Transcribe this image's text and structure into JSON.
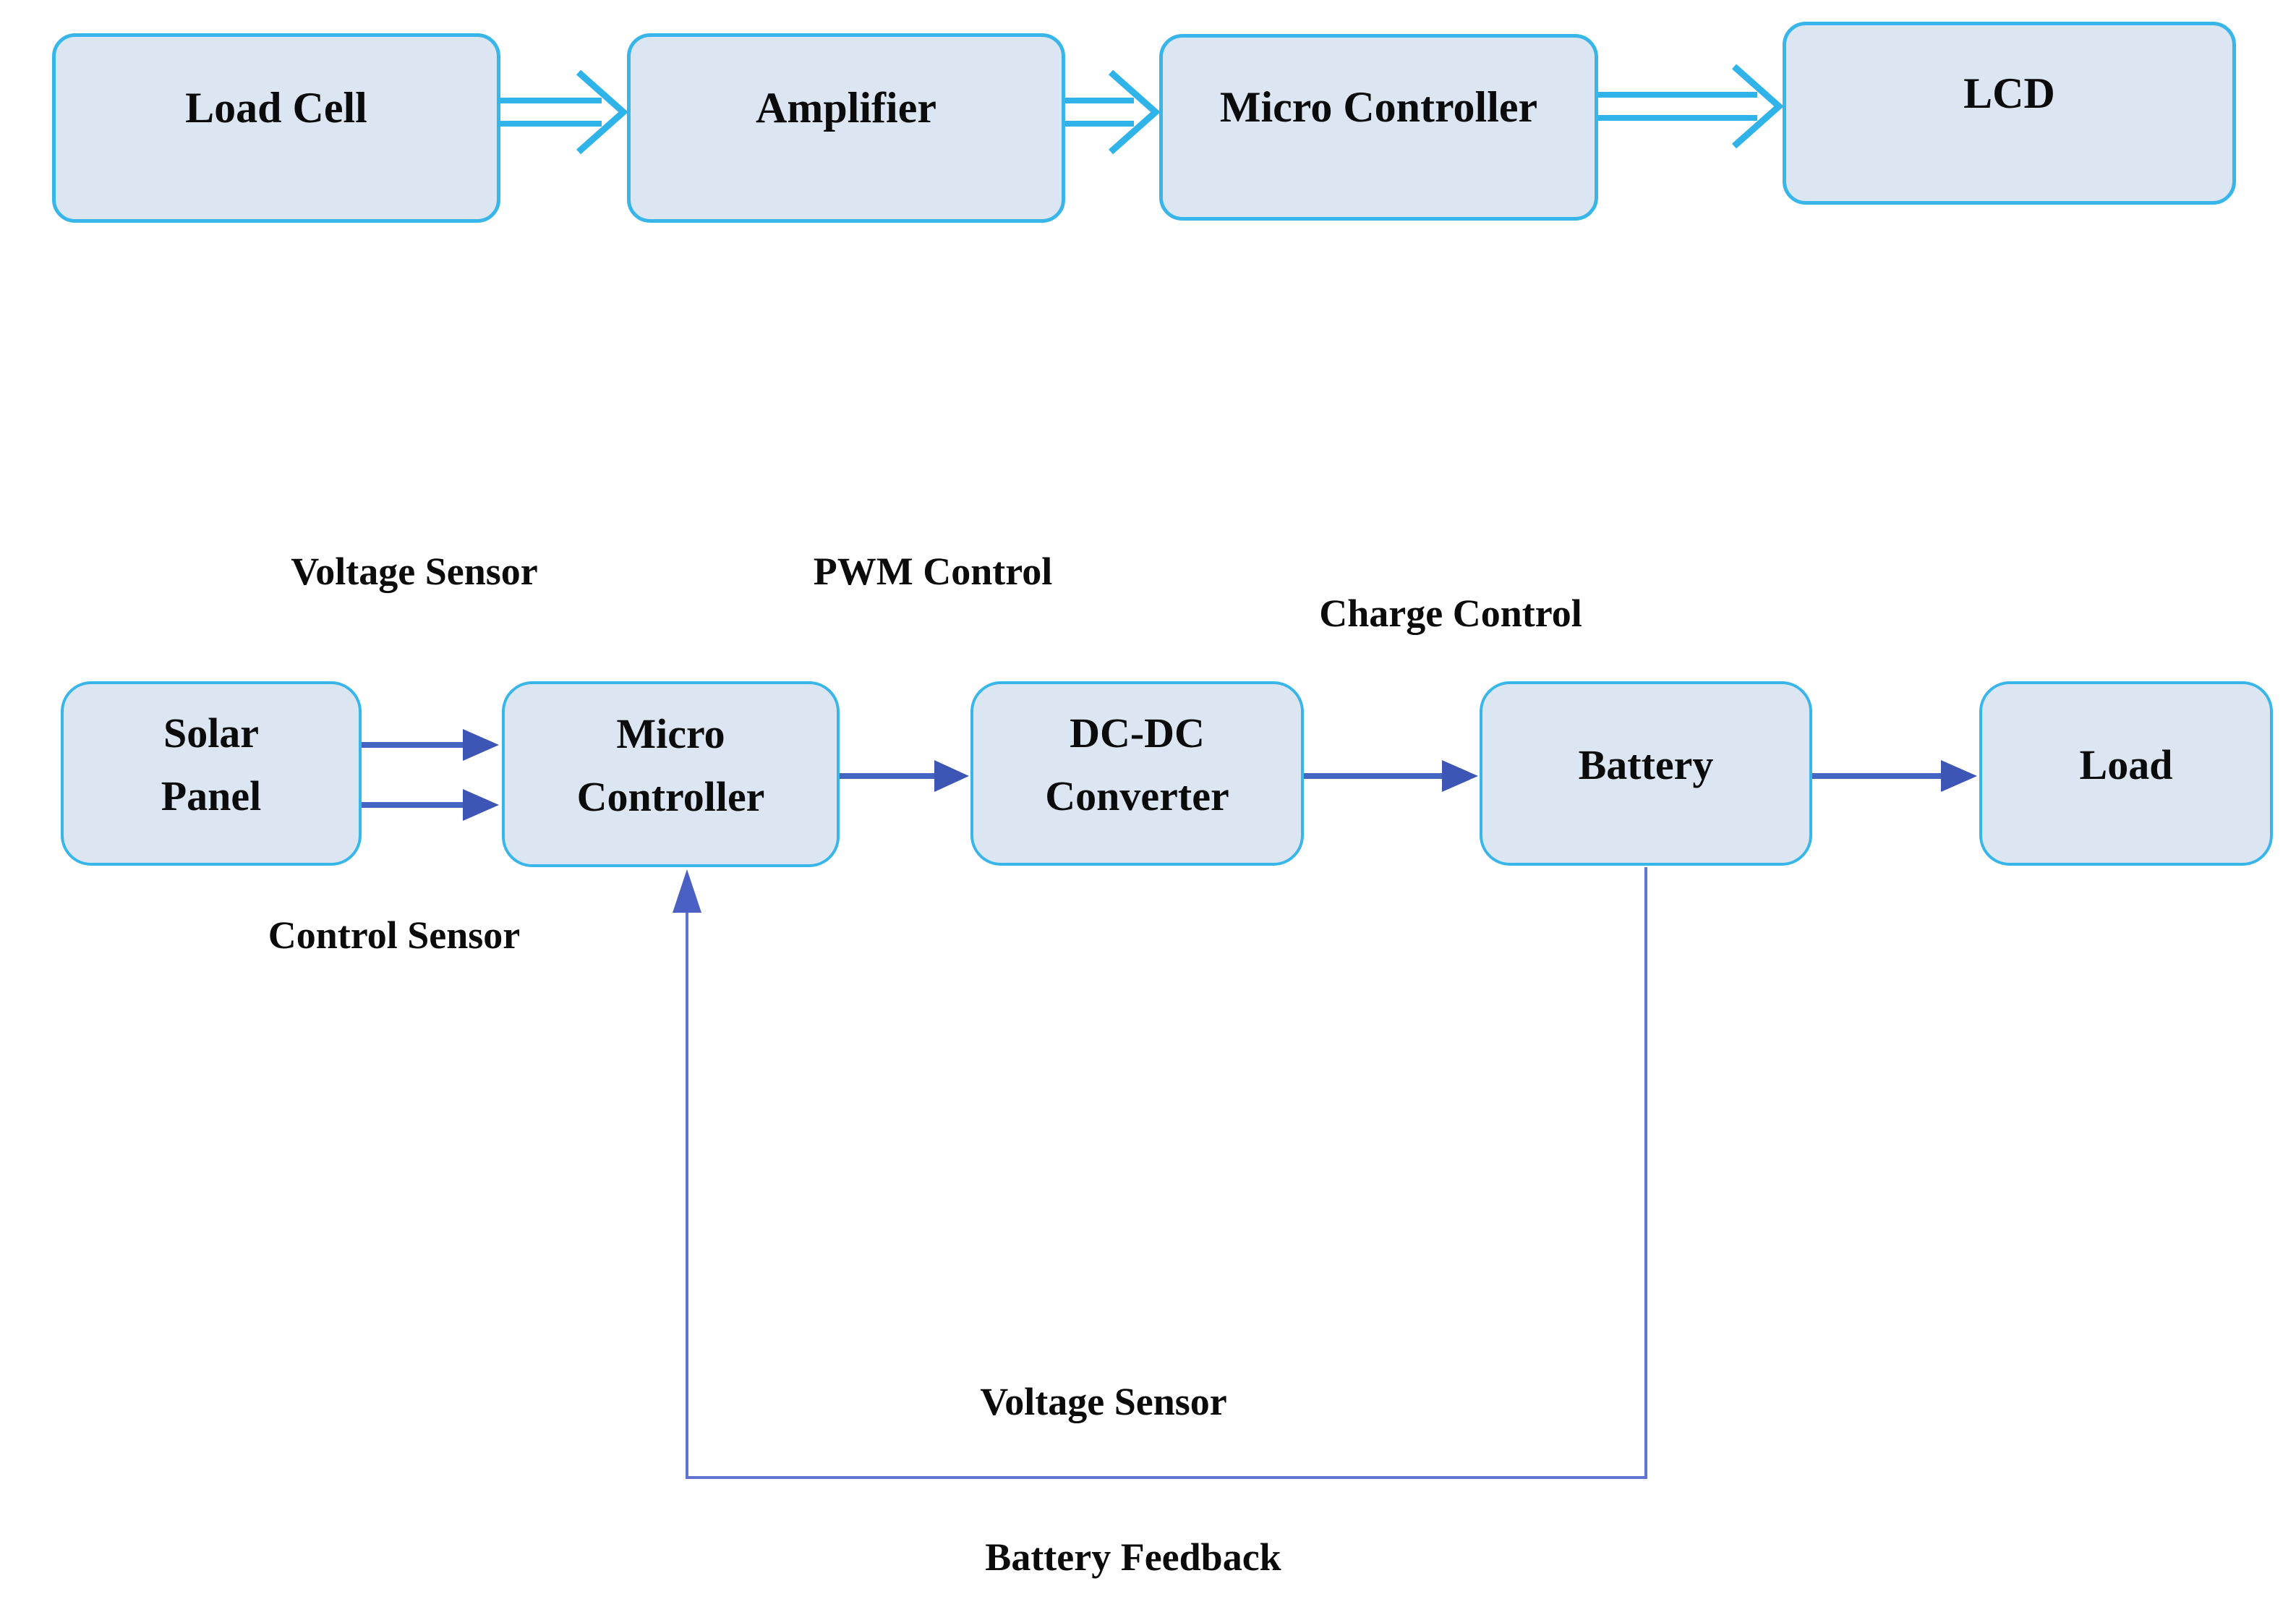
{
  "diagram_title": "",
  "colors": {
    "background": "#ffffff",
    "box_fill": "#dce6f2",
    "box_border_cyan": "#38b6e9",
    "hollow_arrow_cyan": "#2fb3e8",
    "solid_arrow_blue": "#4565c2",
    "feedback_line_blue": "#6274d1",
    "text": "#0b0b0b"
  },
  "top_flow": {
    "boxes": [
      {
        "id": "load-cell",
        "label": "Load Cell"
      },
      {
        "id": "amplifier",
        "label": "Amplifier"
      },
      {
        "id": "micro-controller",
        "label": "Micro Controller"
      },
      {
        "id": "lcd",
        "label": "LCD"
      }
    ],
    "arrows": [
      {
        "from": "load-cell",
        "to": "amplifier",
        "style": "hollow-cyan"
      },
      {
        "from": "amplifier",
        "to": "micro-controller",
        "style": "hollow-cyan"
      },
      {
        "from": "micro-controller",
        "to": "lcd",
        "style": "hollow-cyan"
      }
    ]
  },
  "bottom_flow": {
    "boxes": [
      {
        "id": "solar-panel",
        "line1": "Solar",
        "line2": "Panel"
      },
      {
        "id": "micro-controller-2",
        "line1": "Micro",
        "line2": "Controller"
      },
      {
        "id": "dc-dc-converter",
        "line1": "DC-DC",
        "line2": "Converter"
      },
      {
        "id": "battery",
        "line1": "Battery",
        "line2": ""
      },
      {
        "id": "load",
        "line1": "Load",
        "line2": ""
      }
    ],
    "arrows": [
      {
        "from": "solar-panel",
        "to": "micro-controller-2",
        "style": "solid-blue",
        "note": "upper of two parallel arrows"
      },
      {
        "from": "solar-panel",
        "to": "micro-controller-2",
        "style": "solid-blue",
        "note": "lower of two parallel arrows"
      },
      {
        "from": "micro-controller-2",
        "to": "dc-dc-converter",
        "style": "solid-blue"
      },
      {
        "from": "dc-dc-converter",
        "to": "battery",
        "style": "solid-blue"
      },
      {
        "from": "battery",
        "to": "load",
        "style": "solid-blue"
      },
      {
        "from": "battery",
        "to": "micro-controller-2",
        "style": "thin-blue-feedback",
        "path": "down-left-up"
      }
    ],
    "annotations": [
      {
        "id": "voltage-sensor-1",
        "text": "Voltage Sensor"
      },
      {
        "id": "pwm-control",
        "text": "PWM Control"
      },
      {
        "id": "charge-control",
        "text": "Charge Control"
      },
      {
        "id": "control-sensor",
        "text": "Control Sensor"
      },
      {
        "id": "voltage-sensor-2",
        "text": "Voltage Sensor"
      },
      {
        "id": "battery-feedback",
        "text": "Battery Feedback"
      }
    ]
  }
}
